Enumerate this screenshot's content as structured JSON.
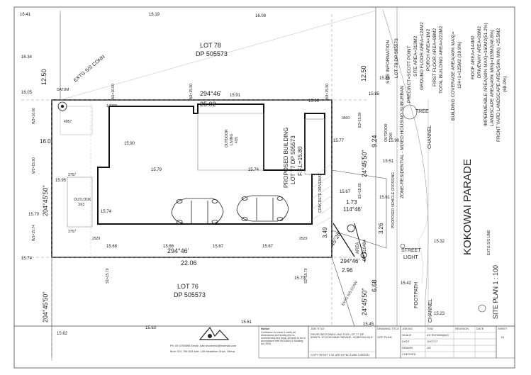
{
  "lot_labels": {
    "lot78_a": "LOT 78",
    "lot78_b": "DP 505573",
    "lot76_a": "LOT 76",
    "lot76_b": "DP 505573"
  },
  "building": {
    "label_a": "PROPOSED BUILDING",
    "label_b": "LOT 77 DP 505573",
    "label_c": "F.F.L=15.80",
    "outdoor_living_a": "OUTDOOR",
    "outdoor_living_b": "LIVING",
    "outdoor_living_c": "4X5",
    "outdoor_a": "OUTDOOR",
    "outdoor_b": "4X6",
    "tree": "TREE"
  },
  "dimensions": {
    "top_bearing": "294°46'",
    "top_length": "25.02",
    "bottom_bearing": "294°46'",
    "bottom_length": "22.06",
    "left_bearing": "204°45'50\"",
    "left_bearing_low": "204°45'50\"",
    "right_bearing": "24°45'50\"",
    "right_bearing_low": "24°45'50\"",
    "right_len": "9.24",
    "right_len_low": "6.68",
    "offset_top_left": "12.50",
    "offset_top_right": "12.50",
    "left_16": "16.0",
    "d1": "1.73",
    "d2": "114°46'",
    "d3": "3.49",
    "d4": "45°26'",
    "d5": "3.26",
    "d6": "2.96",
    "d7": "294°46'",
    "area_a": "AREA",
    "area_b": "DP 510484"
  },
  "levels": [
    "16.41",
    "16.19",
    "16.08",
    "16.34",
    "16.05",
    "15.85",
    "15.86",
    "15.90",
    "15.91",
    "15.90",
    "15.79",
    "15.74",
    "15.77",
    "15.74",
    "15.68",
    "15.66",
    "15.67",
    "15.67",
    "15.67",
    "15.61",
    "15.42",
    "15.32",
    "15.23",
    "15.62",
    "15.63",
    "15.61",
    "15.74",
    "15.95",
    "15.45",
    "15.51",
    "15.70",
    "15.70",
    "15.90"
  ],
  "notes": {
    "extg_ss_conn": "EXTG S/S CONN",
    "extg_ss_conn2": "EXTG S/S CONN",
    "channel_a": "CHANNEL",
    "channel_b": "CHANNEL",
    "concrete_driveway": "CONCRETE DRIVEWAY",
    "proposed_vehicle": "PROPOSED VEHICLE CROSSING",
    "street_light_a": "STREET",
    "street_light_b": "LIGHT",
    "footpath": "FOOTPATH",
    "road": "KOKOWAI PARADE",
    "site_plan": "SITE PLAN 1 : 100",
    "zone": "ZONE-RESIDENTIAL - MIXED HOUSING SUBURBAN",
    "precinct": "PRECINCT=SCOTT POINT",
    "site_info_title": "SITE INFORMATION",
    "lot_dp": "LOT 78 DP 505573",
    "extg_ss_line": "EXTG S/S LINE",
    "outlook_a": "OUTLOOK",
    "outlook_b": "3X3",
    "n1": "1.8300",
    "n2": "4957",
    "n3": "3757",
    "n4": "3757",
    "n5": "2529",
    "n6": "2529",
    "n7": "3500",
    "datum": "DATUM",
    "s1": "S1=15.70",
    "s2": "S2=15.70",
    "w1": "W1=15.74",
    "w2": "W2=15.90",
    "w3": "W3=16.00",
    "e1": "E1=15.60",
    "e2": "E2=15.90",
    "n1l": "N1=16.00",
    "n2l": "N2=15.90",
    "n3l": "N3=15.90"
  },
  "site_info": [
    "SITE AREA=313M2",
    "GROUND FLOOR AREA=124M2",
    "PORCH AREA=1M2",
    "FIRST FLOOR AREA=98M2",
    "TOTAL BUILDING AREA=223M2",
    "BUILDING COVERAGE AREA(40% MAX)=",
    "124+1=125M2 (39.9%)",
    "ROOF AREA=144M2",
    "DRIVEWAY AREA=26M2",
    "IMPERMEABLE AREA(60% MAX)=160M2(51.2%)",
    "LANDSCAPE AREA(40% MIN)=153M2(48.8%)",
    "FRONT YARD LANDSCAPE AREA(50% MIN) =25.5M2",
    "(68.0%)"
  ],
  "title_block": {
    "firm_contact": "Ph: 09 4755898 Email: luke.mcdermid@hotmail.com",
    "firm_address": "Mob: 021 756 833 Add: 109 Medallion Drive, Oteha",
    "notice_title": "Notice",
    "notice_body": "Contractor to check & verify all dimensions and levels prior to commencing any work. All work to be in accordance with NZS3604 & Building Act 2004",
    "job_title_label": "JOB TITLE",
    "job_title": "PROPOSED DWELLING FOR LOT 77 DP 505573, 67 KOKOWAI PARADE, HOBSONVILLE",
    "copyright": "COPY RIGHT L.W. ARCHITECTURE LIMITED",
    "drawing_title_label": "DRAWING TITLE",
    "drawing_title": "SITE PLAN",
    "job_no_label": "JOB NO.",
    "job_no": "7092",
    "scale_label": "SCALE",
    "scale": "AS SHOWN@A3",
    "date_label": "DATE",
    "date": "11/07/17",
    "drawn_label": "DRAWN",
    "drawn": "LW",
    "checked_label": "CHECKED",
    "checked": "",
    "revision_label": "REVISION",
    "date2_label": "DATE",
    "sheet_label": "SHEET",
    "sheet": "01"
  },
  "colors": {
    "line": "#222222",
    "grid": "#bbbbbb",
    "light": "#888888"
  }
}
